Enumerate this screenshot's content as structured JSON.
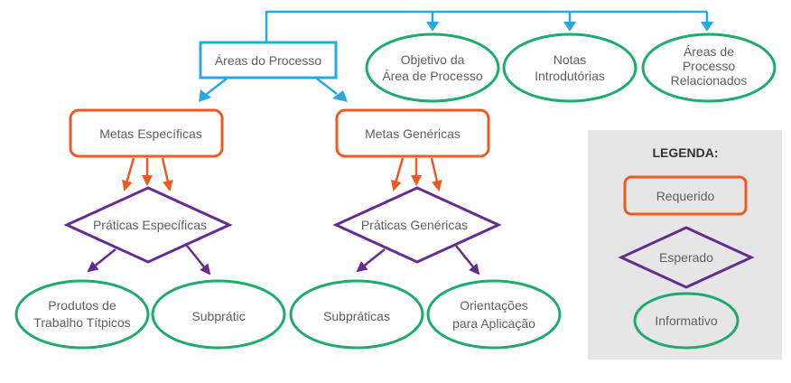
{
  "colors": {
    "connector": "#29a8e0",
    "required": "#f05a22",
    "expected": "#662d91",
    "informative": "#1fab6b",
    "text": "#5f5f5f",
    "legend_bg": "#e6e6e6"
  },
  "nodes": {
    "areas_processo": "Áreas do Processo",
    "objetivo": [
      "Objetivo da",
      "Área de Processo"
    ],
    "notas": [
      "Notas",
      "Introdutórias"
    ],
    "relacionados": [
      "Áreas de",
      "Processo",
      "Relacionados"
    ],
    "metas_especificas": "Metas Específicas",
    "metas_genericas": "Metas Genéricas",
    "praticas_especificas": "Práticas Específicas",
    "praticas_genericas": "Práticas Genéricas",
    "produtos": [
      "Produtos de",
      "Trabalho Títpicos"
    ],
    "subpratic": "Subprátic",
    "subpraticas": "Subpráticas",
    "orientacoes": [
      "Orientações",
      "para Aplicação"
    ]
  },
  "legend": {
    "title": "LEGENDA:",
    "required": "Requerido",
    "expected": "Esperado",
    "informative": "Informativo"
  }
}
